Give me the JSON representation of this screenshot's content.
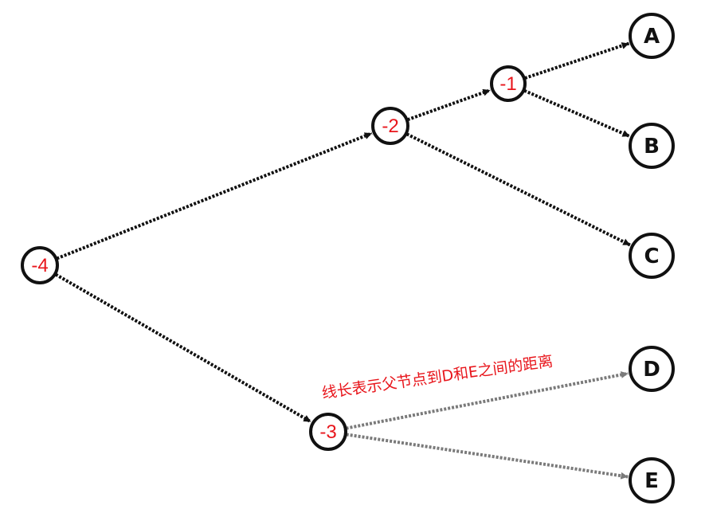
{
  "diagram": {
    "inner_nodes": [
      {
        "id": "n4",
        "label": "-4"
      },
      {
        "id": "n2",
        "label": "-2"
      },
      {
        "id": "n1",
        "label": "-1"
      },
      {
        "id": "n3",
        "label": "-3"
      }
    ],
    "leaf_nodes": [
      {
        "id": "A",
        "label": "A"
      },
      {
        "id": "B",
        "label": "B"
      },
      {
        "id": "C",
        "label": "C"
      },
      {
        "id": "D",
        "label": "D"
      },
      {
        "id": "E",
        "label": "E"
      }
    ],
    "edges": [
      {
        "from": "n4",
        "to": "n2",
        "style": "dark"
      },
      {
        "from": "n4",
        "to": "n3",
        "style": "dark"
      },
      {
        "from": "n2",
        "to": "n1",
        "style": "dark"
      },
      {
        "from": "n2",
        "to": "C",
        "style": "dark"
      },
      {
        "from": "n1",
        "to": "A",
        "style": "dark"
      },
      {
        "from": "n1",
        "to": "B",
        "style": "dark"
      },
      {
        "from": "n3",
        "to": "D",
        "style": "gray"
      },
      {
        "from": "n3",
        "to": "E",
        "style": "gray"
      }
    ],
    "annotation": "线长表示父节点到D和E之间的距离",
    "colors": {
      "inner_label": "#e8151b",
      "annotation": "#e8151b",
      "dark_edge": "#111111",
      "gray_edge": "#7a7a7a",
      "node_stroke": "#111111"
    }
  }
}
